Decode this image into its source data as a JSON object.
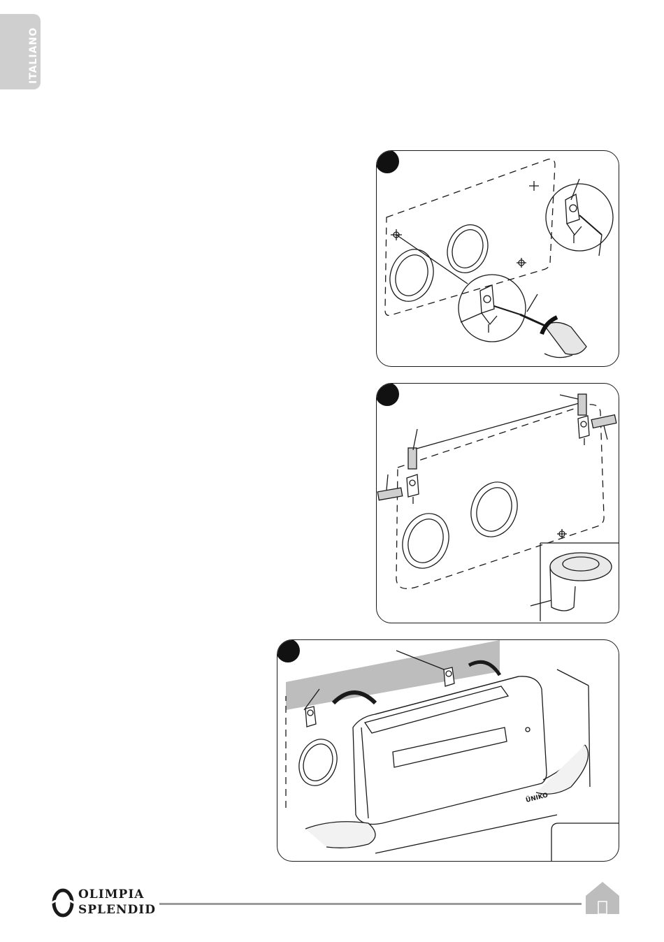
{
  "sidebar": {
    "language_label": "ITALIANO"
  },
  "brand": {
    "line1": "OLIMPIA",
    "line2": "SPLENDID",
    "color": "#1a1a1a"
  },
  "figure3": {
    "unit_logo": "ÜNIKO"
  },
  "icons": {
    "home": "home-icon",
    "logo": "brand-logo-mark"
  },
  "colors": {
    "tab": "#cfcfcf",
    "rule": "#9a9a9a",
    "home": "#bdbdbd"
  }
}
